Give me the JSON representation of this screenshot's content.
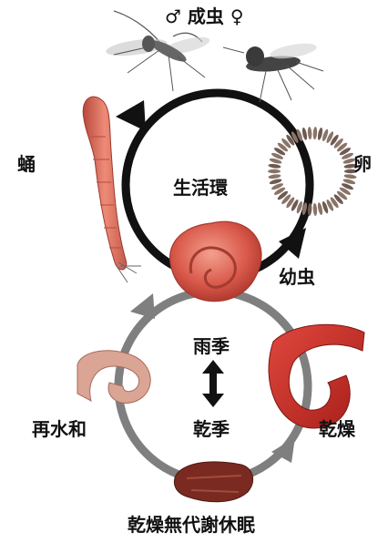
{
  "labels": {
    "adult": "♂ 成虫 ♀",
    "pupa": "蛹",
    "egg": "卵",
    "life_cycle": "生活環",
    "larva": "幼虫",
    "rainy_season": "雨季",
    "dry_season": "乾季",
    "rehydration": "再水和",
    "desiccation": "乾燥",
    "anhydrobiosis": "乾燥無代謝休眠"
  },
  "colors": {
    "upper_cycle": "#111111",
    "lower_cycle": "#7f7f7f",
    "larva_red": "#c8453b",
    "larva_light": "#e98a7a",
    "dried_larva": "#7a2a20",
    "rehydrated_larva": "#d8a190"
  },
  "icons": [
    "mosquito-icon",
    "pupa-icon",
    "egg-ring-icon",
    "larva-icon",
    "double-arrow-icon"
  ]
}
